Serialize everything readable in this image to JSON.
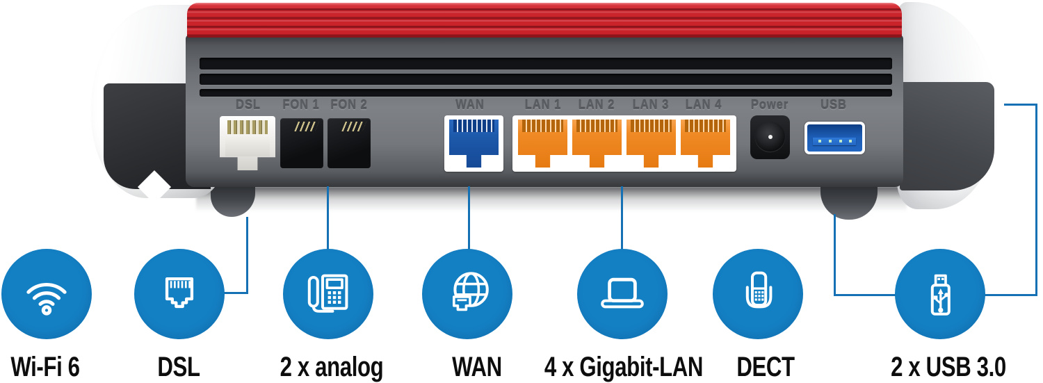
{
  "diagram": {
    "device": "wifi-router-rear-panel",
    "ports": [
      {
        "id": "dsl",
        "label": "DSL",
        "connector": "rj45",
        "color": "white"
      },
      {
        "id": "fon1",
        "label": "FON 1",
        "connector": "rj11",
        "color": "black"
      },
      {
        "id": "fon2",
        "label": "FON 2",
        "connector": "rj11",
        "color": "black"
      },
      {
        "id": "wan",
        "label": "WAN",
        "connector": "rj45",
        "color": "blue"
      },
      {
        "id": "lan1",
        "label": "LAN 1",
        "connector": "rj45",
        "color": "orange"
      },
      {
        "id": "lan2",
        "label": "LAN 2",
        "connector": "rj45",
        "color": "orange"
      },
      {
        "id": "lan3",
        "label": "LAN 3",
        "connector": "rj45",
        "color": "orange"
      },
      {
        "id": "lan4",
        "label": "LAN 4",
        "connector": "rj45",
        "color": "orange"
      },
      {
        "id": "power",
        "label": "Power",
        "connector": "barrel-jack",
        "color": "black"
      },
      {
        "id": "usb",
        "label": "USB",
        "connector": "usb-a",
        "color": "blue"
      }
    ],
    "features": [
      {
        "label": "Wi-Fi 6",
        "icon": "wifi-icon"
      },
      {
        "label": "DSL",
        "icon": "rj45-jack-icon"
      },
      {
        "label": "2 x analog",
        "icon": "analog-phone-icon"
      },
      {
        "label": "WAN",
        "icon": "internet-globe-icon"
      },
      {
        "label": "4 x Gigabit-LAN",
        "icon": "laptop-icon"
      },
      {
        "label": "DECT",
        "icon": "dect-handset-icon"
      },
      {
        "label": "2 x USB 3.0",
        "icon": "usb-stick-icon"
      }
    ],
    "colors": {
      "feature_blue": "#1480c4",
      "connector_line_blue": "#1571b3",
      "housing_red": "#cb242c",
      "lan_orange": "#ee8a20",
      "wan_blue": "#1b55a6",
      "dsl_port_white": "#f2f1ed"
    }
  }
}
